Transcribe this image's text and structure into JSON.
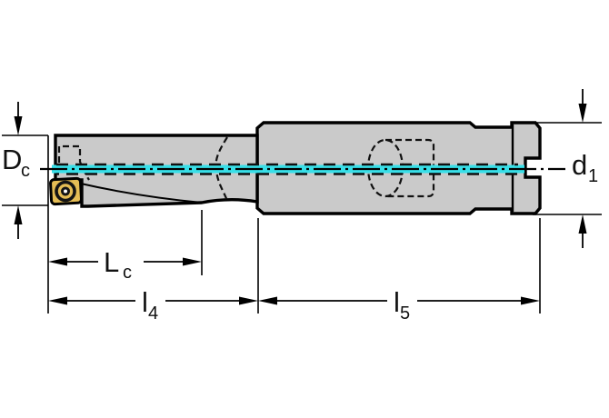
{
  "diagram": {
    "title": "indexable-insert-drill-dimension-drawing",
    "view": "side-view",
    "labels": {
      "cutting_diameter": {
        "main": "D",
        "sub": "c"
      },
      "shank_diameter": {
        "main": "d",
        "sub": "1"
      },
      "cutting_length": {
        "main": "L",
        "sub": "c"
      },
      "body_length": {
        "main": "l",
        "sub": "4"
      },
      "shank_length": {
        "main": "l",
        "sub": "5"
      }
    },
    "colors": {
      "body_fill": "#cacaca",
      "insert_fill": "#e5bd55",
      "centerline_cyan": "#38dfe8",
      "outline": "#000000",
      "background": "#ffffff"
    }
  }
}
